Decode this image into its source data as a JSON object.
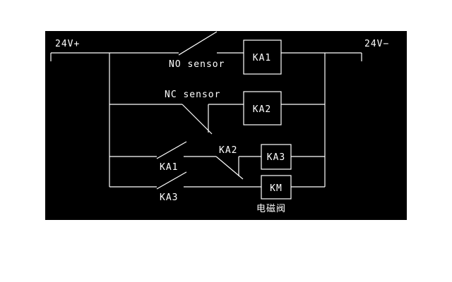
{
  "diagram": {
    "rails": {
      "positive": "24V+",
      "negative": "24V−"
    },
    "sensors": {
      "no": "NO sensor",
      "nc": "NC sensor"
    },
    "contacts": {
      "ka1": "KA1",
      "ka2": "KA2",
      "ka3": "KA3"
    },
    "coils": {
      "ka1": "KA1",
      "ka2": "KA2",
      "ka3": "KA3",
      "km": "KM"
    },
    "captions": {
      "km": "电磁阀"
    },
    "colors": {
      "page_background": "#ffffff",
      "canvas_background": "#000000",
      "line": "#ffffff"
    }
  }
}
